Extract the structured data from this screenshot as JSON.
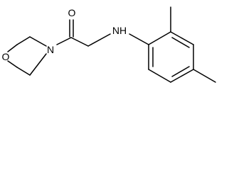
{
  "molecule": {
    "atoms": {
      "carbonyl_oxygen": "O",
      "morpholine_nitrogen": "N",
      "morpholine_oxygen": "O",
      "amine": "NH"
    },
    "colors": {
      "bond": "#000000",
      "label": "#000000",
      "background": "#ffffff"
    }
  }
}
